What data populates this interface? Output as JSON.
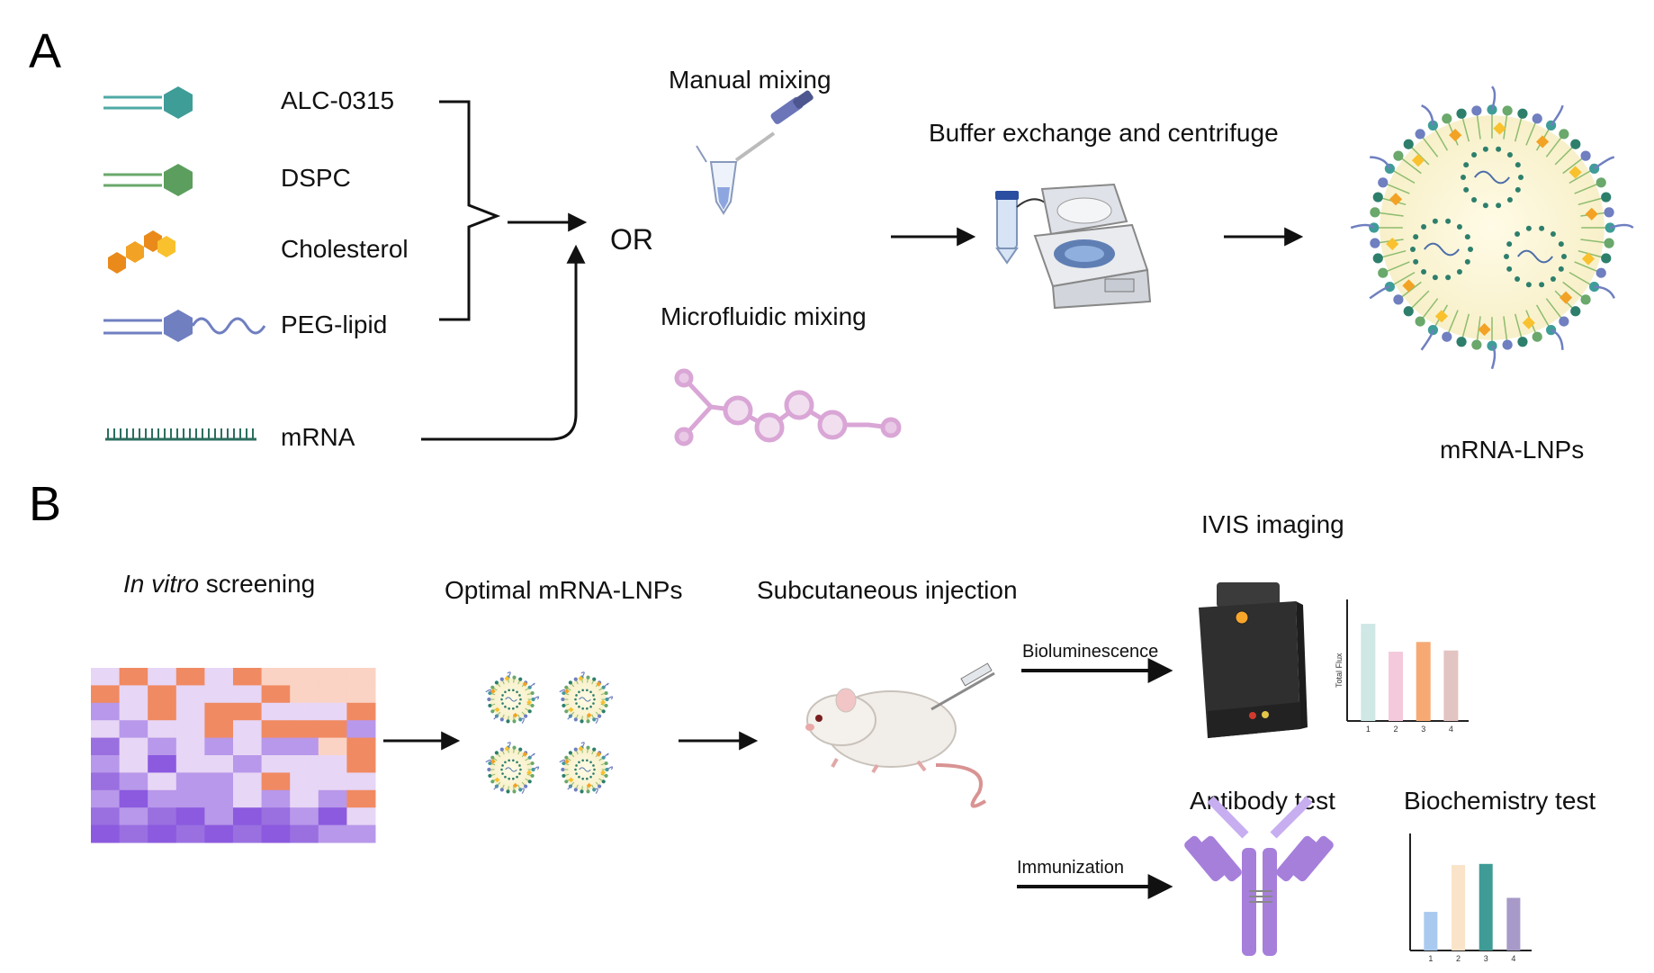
{
  "panel_a": {
    "letter": "A",
    "lipids": [
      "ALC-0315",
      "DSPC",
      "Cholesterol",
      "PEG-lipid"
    ],
    "mrna": "mRNA",
    "or": "OR",
    "manual": "Manual mixing",
    "microfluidic": "Microfluidic mixing",
    "buffer": "Buffer exchange and centrifuge",
    "product": "mRNA-LNPs"
  },
  "panel_b": {
    "letter": "B",
    "screening_italic": "In vitro",
    "screening_rest": " screening",
    "optimal": "Optimal mRNA-LNPs",
    "injection": "Subcutaneous injection",
    "ivis": "IVIS imaging",
    "biolum": "Bioluminescence",
    "immun": "Immunization",
    "antibody": "Antibody test",
    "biochem": "Biochemistry  test",
    "flux_ylabel": "Total Flux",
    "chart_ticks": [
      "1",
      "2",
      "3",
      "4"
    ]
  },
  "colors": {
    "alc": "#4fa9a6",
    "dspc": "#6aa86b",
    "chol": "#f2a224",
    "peg": "#6f7fc0",
    "mrna": "#2c6e5e",
    "chip": "#d9a6d6",
    "antibody": "#a67fdb",
    "arrow": "#111111"
  },
  "heatmap": [
    [
      "#e7d6f5",
      "#f08a62",
      "#e7d6f5",
      "#f08a62",
      "#e7d6f5",
      "#f08a62",
      "#fbd3c4",
      "#fbd3c4",
      "#fbd3c4",
      "#fbd3c4"
    ],
    [
      "#f08a62",
      "#e7d6f5",
      "#f08a62",
      "#e7d6f5",
      "#e7d6f5",
      "#e7d6f5",
      "#f08a62",
      "#fbd3c4",
      "#fbd3c4",
      "#fbd3c4"
    ],
    [
      "#b898ea",
      "#e7d6f5",
      "#f08a62",
      "#e7d6f5",
      "#f08a62",
      "#f08a62",
      "#e7d6f5",
      "#e7d6f5",
      "#e7d6f5",
      "#f08a62"
    ],
    [
      "#e7d6f5",
      "#b898ea",
      "#e7d6f5",
      "#e7d6f5",
      "#f08a62",
      "#e7d6f5",
      "#f08a62",
      "#f08a62",
      "#f08a62",
      "#b898ea"
    ],
    [
      "#9a6fe0",
      "#e7d6f5",
      "#b898ea",
      "#e7d6f5",
      "#b898ea",
      "#e7d6f5",
      "#b898ea",
      "#b898ea",
      "#fbd3c4",
      "#f08a62"
    ],
    [
      "#b898ea",
      "#e7d6f5",
      "#8b5adf",
      "#e7d6f5",
      "#e7d6f5",
      "#b898ea",
      "#e7d6f5",
      "#e7d6f5",
      "#e7d6f5",
      "#f08a62"
    ],
    [
      "#9a6fe0",
      "#b898ea",
      "#e7d6f5",
      "#b898ea",
      "#b898ea",
      "#e7d6f5",
      "#f08a62",
      "#e7d6f5",
      "#e7d6f5",
      "#e7d6f5"
    ],
    [
      "#b898ea",
      "#8b5adf",
      "#b898ea",
      "#b898ea",
      "#b898ea",
      "#e7d6f5",
      "#b898ea",
      "#e7d6f5",
      "#b898ea",
      "#f08a62"
    ],
    [
      "#9a6fe0",
      "#b898ea",
      "#9a6fe0",
      "#8b5adf",
      "#b898ea",
      "#8b5adf",
      "#9a6fe0",
      "#b898ea",
      "#8b5adf",
      "#e7d6f5"
    ],
    [
      "#8b5adf",
      "#9a6fe0",
      "#8b5adf",
      "#9a6fe0",
      "#8b5adf",
      "#9a6fe0",
      "#8b5adf",
      "#9a6fe0",
      "#b898ea",
      "#b898ea"
    ]
  ],
  "flux_bars": [
    {
      "value": 0.8,
      "color": "#cfe8e6"
    },
    {
      "value": 0.57,
      "color": "#f4c9dc"
    },
    {
      "value": 0.65,
      "color": "#f7a974"
    },
    {
      "value": 0.58,
      "color": "#e2c4c2"
    }
  ],
  "biochem_bars": [
    {
      "value": 0.33,
      "color": "#a9c9ef"
    },
    {
      "value": 0.73,
      "color": "#f9e3c9"
    },
    {
      "value": 0.74,
      "color": "#3f9b95"
    },
    {
      "value": 0.45,
      "color": "#a79ac8"
    }
  ]
}
